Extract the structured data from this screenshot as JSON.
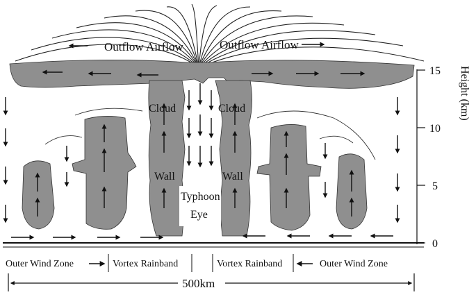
{
  "labels": {
    "outflow_left": "Outflow Airflow",
    "outflow_right": "Outflow Airflow",
    "cloud_left": "Cloud",
    "cloud_right": "Cloud",
    "wall_left": "Wall",
    "wall_right": "Wall",
    "eye_line1": "Typhoon",
    "eye_line2": "Eye",
    "width": "500km"
  },
  "height_axis": {
    "title": "Height (km)",
    "ticks": [
      "0",
      "5",
      "10",
      "15"
    ]
  },
  "zones": {
    "outer_left": "Outer Wind Zone",
    "vortex_left": "Vortex Rainband",
    "vortex_right": "Vortex Rainband",
    "outer_right": "Outer Wind Zone"
  },
  "colors": {
    "cloud_fill": "#8f8f8f",
    "ink": "#111111",
    "background": "#ffffff"
  }
}
